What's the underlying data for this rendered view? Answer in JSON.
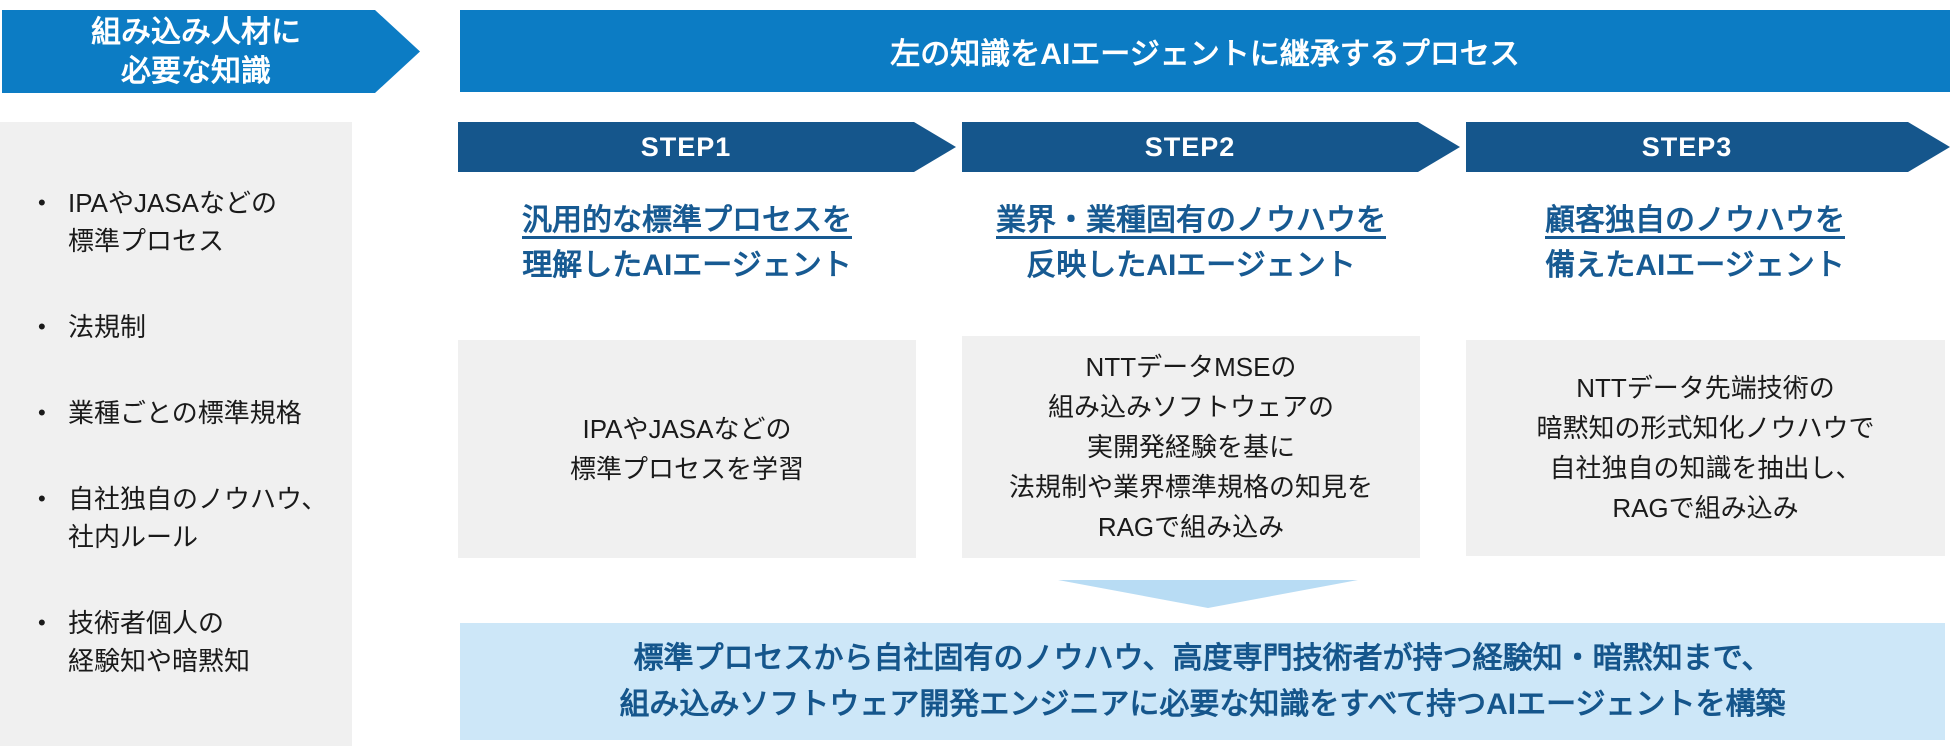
{
  "left_panel": {
    "bullet": "•",
    "header_line1": "組み込み人材に",
    "header_line2": "必要な知識",
    "items": [
      {
        "text": "IPAやJASAなどの\n標準プロセス"
      },
      {
        "text": "法規制"
      },
      {
        "text": "業種ごとの標準規格"
      },
      {
        "text": "自社独自のノウハウ、\n社内ルール"
      },
      {
        "text": "技術者個人の\n経験知や暗黙知"
      }
    ]
  },
  "process": {
    "header": "左の知識をAIエージェントに継承するプロセス",
    "steps": [
      {
        "label": "STEP1",
        "title_line1": "汎用的な標準プロセスを",
        "title_line2": "理解したAIエージェント",
        "body": "IPAやJASAなどの\n標準プロセスを学習"
      },
      {
        "label": "STEP2",
        "title_line1": "業界・業種固有のノウハウを",
        "title_line2": "反映したAIエージェント",
        "body": "NTTデータMSEの\n組み込みソフトウェアの\n実開発経験を基に\n法規制や業界標準規格の知見を\nRAGで組み込み"
      },
      {
        "label": "STEP3",
        "title_line1": "顧客独自のノウハウを",
        "title_line2": "備えたAIエージェント",
        "body": "NTTデータ先端技術の\n暗黙知の形式知化ノウハウで\n自社独自の知識を抽出し、\nRAGで組み込み"
      }
    ],
    "conclusion_line1": "標準プロセスから自社固有のノウハウ、高度専門技術者が持つ経験知・暗黙知まで、",
    "conclusion_line2": "組み込みソフトウェア開発エンジニアに必要な知識をすべて持つAIエージェントを構築"
  },
  "colors": {
    "bright_blue": "#0c7cc4",
    "dark_blue": "#15568c",
    "title_text_blue": "#175a92",
    "gray_box": "#f0f0f0",
    "conclusion_bg": "#cde7f8",
    "triangle_blue": "#b8dcf4"
  }
}
